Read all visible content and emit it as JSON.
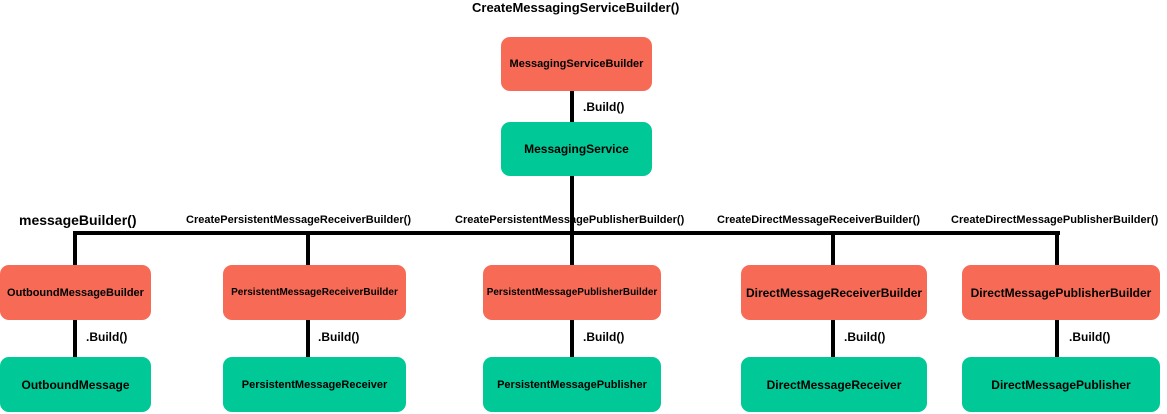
{
  "colors": {
    "builder": "#f76b56",
    "product": "#00c896",
    "line": "#000000"
  },
  "top": {
    "factory_call": "CreateMessagingServiceBuilder()",
    "builder": "MessagingServiceBuilder",
    "build_call": ".Build()",
    "service": "MessagingService"
  },
  "branches": [
    {
      "call": "messageBuilder()",
      "builder": "OutboundMessageBuilder",
      "build_call": ".Build()",
      "product": "OutboundMessage"
    },
    {
      "call": "CreatePersistentMessageReceiverBuilder()",
      "builder": "PersistentMessageReceiverBuilder",
      "build_call": ".Build()",
      "product": "PersistentMessageReceiver"
    },
    {
      "call": "CreatePersistentMessagePublisherBuilder()",
      "builder": "PersistentMessagePublisherBuilder",
      "build_call": ".Build()",
      "product": "PersistentMessagePublisher"
    },
    {
      "call": "CreateDirectMessageReceiverBuilder()",
      "builder": "DirectMessageReceiverBuilder",
      "build_call": ".Build()",
      "product": "DirectMessageReceiver"
    },
    {
      "call": "CreateDirectMessagePublisherBuilder()",
      "builder": "DirectMessagePublisherBuilder",
      "build_call": ".Build()",
      "product": "DirectMessagePublisher"
    }
  ]
}
